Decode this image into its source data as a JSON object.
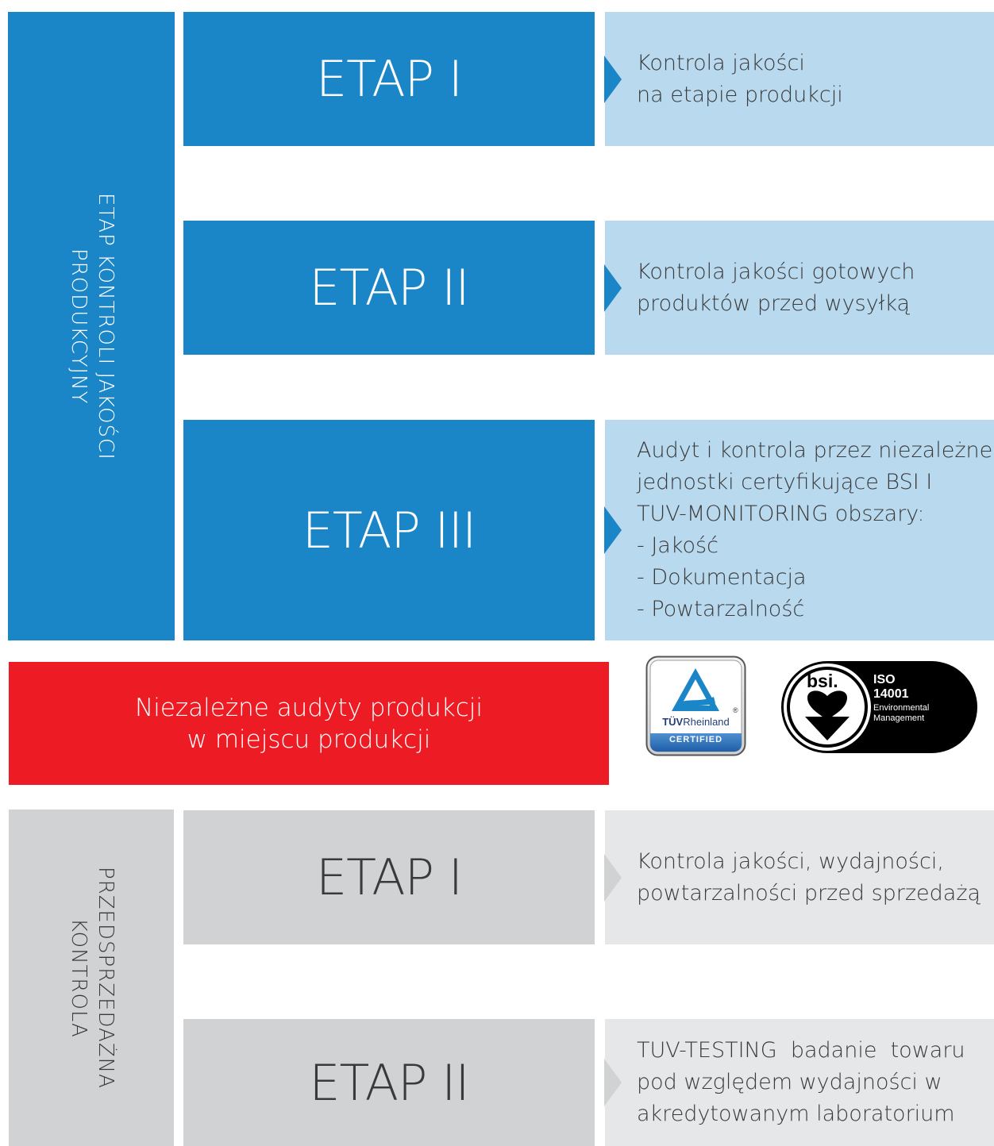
{
  "production": {
    "side_label_lines": [
      "ETAP KONTROLI JAKOŚCI",
      "PRODUKCYJNY"
    ],
    "stages": [
      {
        "label": "ETAP I",
        "desc_lines": [
          "Kontrola jakości",
          "na etapie produkcji"
        ]
      },
      {
        "label": "ETAP II",
        "desc_lines": [
          "Kontrola jakości gotowych",
          "produktów przed wysyłką"
        ]
      },
      {
        "label": "ETAP III",
        "desc_lines": [
          "Audyt i kontrola przez niezależne",
          "jednostki certyfikujące BSI I",
          "TUV-MONITORING obszary:",
          "- Jakość",
          "- Dokumentacja",
          "- Powtarzalność"
        ]
      }
    ]
  },
  "audit_banner": {
    "lines": [
      "Niezależne audyty produkcji",
      "w miejscu produkcji"
    ]
  },
  "logos": {
    "tuv": {
      "brand_a": "TÜV",
      "brand_b": "Rheinland",
      "registered": "®",
      "badge": "CERTIFIED"
    },
    "bsi": {
      "brand": "bsi.",
      "standard": "ISO",
      "number": "14001",
      "line1": "Environmental",
      "line2": "Management"
    }
  },
  "presale": {
    "side_label_lines": [
      "PRZEDSPRZEDAŻNA",
      "KONTROLA"
    ],
    "stages": [
      {
        "label": "ETAP I",
        "desc_lines": [
          "Kontrola jakości, wydajności,",
          "powtarzalności przed sprzedażą"
        ]
      },
      {
        "label": "ETAP II",
        "desc_lines": [
          "TUV-TESTING  badanie  towaru",
          "pod względem wydajności w",
          "akredytowanym laboratorium"
        ]
      }
    ]
  },
  "colors": {
    "blue": "#1a86c8",
    "light_blue": "#b9d9ee",
    "red": "#ed1c24",
    "gray": "#d1d2d4",
    "light_gray": "#e6e7e8",
    "text_dark": "#3a3a3a"
  }
}
